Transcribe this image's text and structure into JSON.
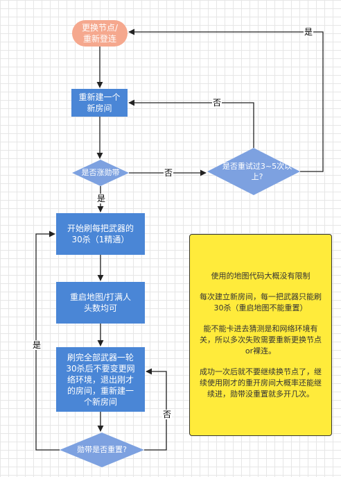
{
  "nodes": {
    "start": "更换节点/\n重新登连",
    "create_room": "重新建一个\n新房间",
    "decision_ping": "是否涨勋带",
    "decision_retry": "是否重试过3~5次以\n上?",
    "start_farming": "开始刷每把武器的\n30杀（1精通）",
    "restart_map": "重启地图/打满人\n头数均可",
    "finish_all": "刷完全部武器一轮\n30杀后不要变更网\n络环境，退出刚才\n的房间，重新建一\n个新房间",
    "decision_reset": "勋带是否重置?"
  },
  "edge_labels": {
    "retry_yes": "是",
    "retry_no": "否",
    "ping_no": "否",
    "ping_yes": "是",
    "reset_no": "否",
    "reset_yes": "是"
  },
  "note": {
    "paragraphs": [
      "使用的地图代码大概没有限制",
      "每次建立新房间，每一把武器只能刷30杀（重启地图不能重置）",
      "能不能卡进去猜测是和网络环境有关，所以多次失败需要重新更换节点or裸连。",
      "成功一次后就不要继续换节点了，继续使用刚才的重开房间大概率还能继续进，勋带没重置就多开几次。"
    ]
  },
  "colors": {
    "start_fill": "#f5a88e",
    "process_fill": "#4a86d6",
    "decision_fill": "#7da1e0",
    "note_fill": "#ffeb3b",
    "line": "#222222"
  }
}
